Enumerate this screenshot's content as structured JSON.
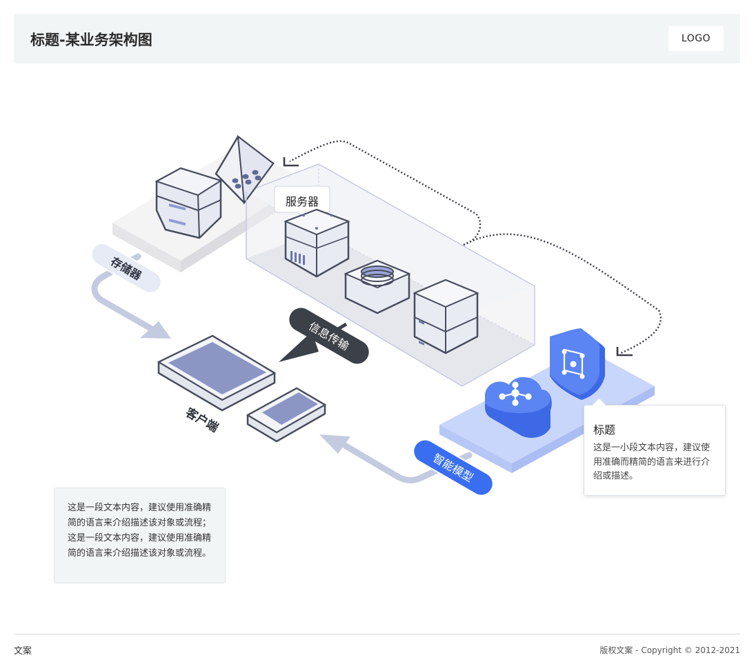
{
  "header": {
    "title": "标题-某业务架构图",
    "logo_label": "LOGO"
  },
  "diagram": {
    "server_label": "服务器",
    "storage_label": "存储器",
    "transmission_label": "信息传输",
    "client_label": "客户端",
    "model_label": "智能模型"
  },
  "callout": {
    "title": "标题",
    "text": "这是一小段文本内容，建议使用准确而精简的语言来进行介绍或描述。"
  },
  "description": {
    "text": "这是一段文本内容，建议使用准确精简的语言来介绍描述该对象或流程；这是一段文本内容，建议使用准确精简的语言来介绍描述该对象或流程。"
  },
  "footer": {
    "left_text": "文案",
    "copyright": "版权文案 - Copyright © 2012-2021"
  },
  "colors": {
    "accent_blue": "#3a6ef0",
    "dark_label": "#3c4048",
    "light_label": "#e6ebf6",
    "flow_arrow": "#c3cbe0",
    "outline": "#474c5d"
  }
}
